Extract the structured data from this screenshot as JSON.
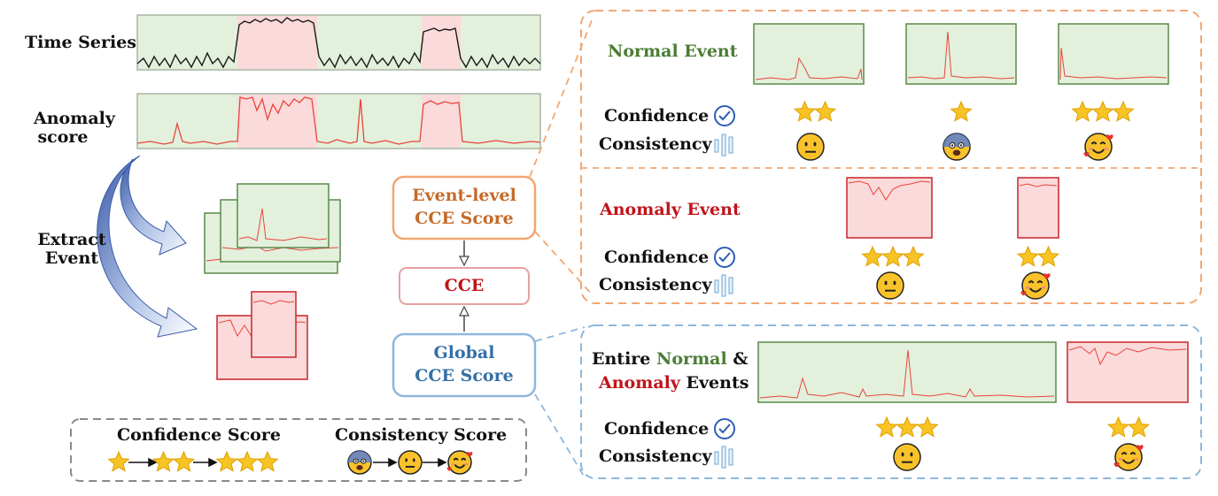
{
  "left": {
    "time_series_label": "Time Series",
    "anomaly_score_label_1": "Anomaly",
    "anomaly_score_label_2": "score",
    "extract_event_label_1": "Extract",
    "extract_event_label_2": "Event"
  },
  "center": {
    "event_level_1": "Event-level",
    "event_level_2": "CCE Score",
    "cce": "CCE",
    "global_1": "Global",
    "global_2": "CCE Score"
  },
  "legend": {
    "confidence_title": "Confidence Score",
    "consistency_title": "Consistency Score",
    "confidence_levels": [
      1,
      2,
      3
    ],
    "consistency_levels": [
      "fearful-face",
      "neutral-face",
      "smiling-face-with-hearts"
    ]
  },
  "normal_panel": {
    "title": "Normal Event",
    "confidence_label": "Confidence",
    "consistency_label": "Consistency",
    "events": [
      {
        "stars": 2,
        "emoji": "neutral-face"
      },
      {
        "stars": 1,
        "emoji": "fearful-face"
      },
      {
        "stars": 3,
        "emoji": "smiling-face-with-hearts"
      }
    ]
  },
  "anomaly_panel": {
    "title": "Anomaly Event",
    "confidence_label": "Confidence",
    "consistency_label": "Consistency",
    "events": [
      {
        "stars": 3,
        "emoji": "neutral-face"
      },
      {
        "stars": 2,
        "emoji": "smiling-face-with-hearts"
      }
    ]
  },
  "global_panel": {
    "title_part1": "Entire ",
    "title_normal": "Normal",
    "title_amp": " &",
    "title_anomaly": "Anomaly",
    "title_events": " Events",
    "confidence_label": "Confidence",
    "consistency_label": "Consistency",
    "events": [
      {
        "stars": 3,
        "emoji": "neutral-face"
      },
      {
        "stars": 2,
        "emoji": "smiling-face-with-hearts"
      }
    ]
  },
  "colors": {
    "normal_fill": "#e3f0dc",
    "normal_stroke": "#5a8a4a",
    "anomaly_fill": "#fadada",
    "anomaly_stroke": "#c8242a",
    "orange": "#f2a672",
    "blue": "#8fb7dc",
    "signal_red": "#e8443c",
    "star": "#f7c325",
    "emoji": "#f9c22a"
  }
}
